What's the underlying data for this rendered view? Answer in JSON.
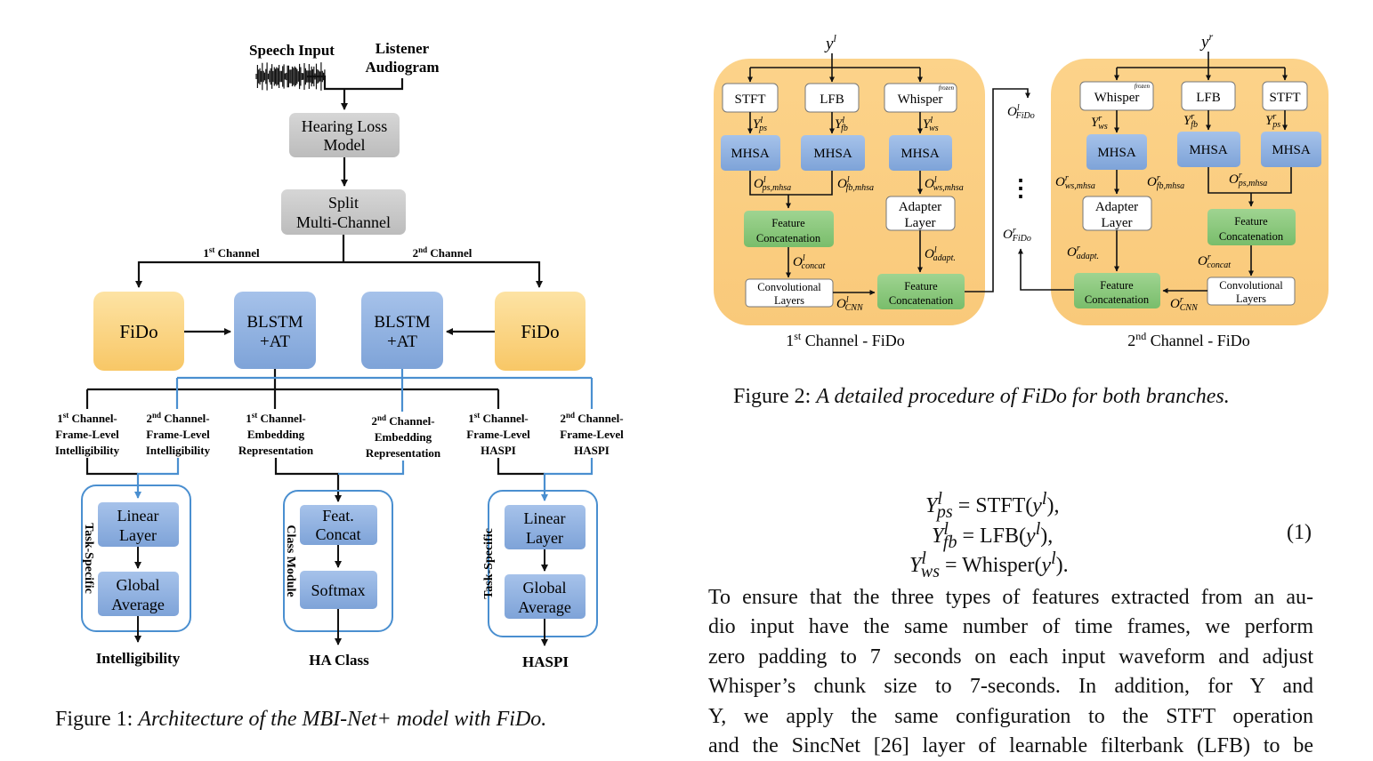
{
  "figure1": {
    "inputs": {
      "speech": "Speech Input",
      "listener_line1": "Listener",
      "listener_line2": "Audiogram"
    },
    "hearing_loss": [
      "Hearing Loss",
      "Model"
    ],
    "split": [
      "Split",
      "Multi-Channel"
    ],
    "channel1": {
      "num": "1",
      "sup": "st",
      "label": " Channel"
    },
    "channel2": {
      "num": "2",
      "sup": "nd",
      "label": " Channel"
    },
    "fido": "FiDo",
    "blstm": [
      "BLSTM",
      "+AT"
    ],
    "outputs": [
      {
        "num": "1",
        "sup": "st",
        "line1": " Channel-",
        "line2": "Frame-Level",
        "line3": "Intelligibility"
      },
      {
        "num": "2",
        "sup": "nd",
        "line1": " Channel-",
        "line2": "Frame-Level",
        "line3": "Intelligibility"
      },
      {
        "num": "1",
        "sup": "st",
        "line1": " Channel-",
        "line2": "Embedding",
        "line3": "Representation"
      },
      {
        "num": "2",
        "sup": "nd",
        "line1": " Channel-",
        "line2": "Embedding",
        "line3": "Representation"
      },
      {
        "num": "1",
        "sup": "st",
        "line1": " Channel-",
        "line2": "Frame-Level",
        "line3": "HASPI"
      },
      {
        "num": "2",
        "sup": "nd",
        "line1": " Channel-",
        "line2": "Frame-Level",
        "line3": "HASPI"
      }
    ],
    "task_specific": "Task-Specific",
    "class_module": "Class Module",
    "linear_layer": [
      "Linear",
      "Layer"
    ],
    "global_average": [
      "Global",
      "Average"
    ],
    "feat_concat": [
      "Feat.",
      "Concat"
    ],
    "softmax": "Softmax",
    "final": [
      "Intelligibility",
      "HA Class",
      "HASPI"
    ]
  },
  "figure1_caption": {
    "prefix": "Figure 1: ",
    "text": "Architecture of the MBI-Net+ model with FiDo."
  },
  "figure2": {
    "input_left": "y",
    "input_left_sup": "l",
    "input_right": "y",
    "input_right_sup": "r",
    "stft": "STFT",
    "lfb": "LFB",
    "whisper": "Whisper",
    "frozen": "frozen",
    "mhsa": "MHSA",
    "adapter": [
      "Adapter",
      "Layer"
    ],
    "feature_concat": [
      "Feature",
      "Concatenation"
    ],
    "conv_layers": [
      "Convolutional",
      "Layers"
    ],
    "left_vars": {
      "Yps": {
        "base": "Y",
        "sup": "l",
        "sub": "ps"
      },
      "Yfb": {
        "base": "Y",
        "sup": "l",
        "sub": "fb"
      },
      "Yws": {
        "base": "Y",
        "sup": "l",
        "sub": "ws"
      },
      "Ops": {
        "base": "O",
        "sup": "l",
        "sub": "ps,mhsa"
      },
      "Ofb": {
        "base": "O",
        "sup": "l",
        "sub": "fb,mhsa"
      },
      "Ows": {
        "base": "O",
        "sup": "l",
        "sub": "ws,mhsa"
      },
      "Oconcat": {
        "base": "O",
        "sup": "l",
        "sub": "concat"
      },
      "Oadapt": {
        "base": "O",
        "sup": "l",
        "sub": "adapt."
      },
      "Ocnn": {
        "base": "O",
        "sup": "l",
        "sub": "CNN"
      },
      "Ofido": {
        "base": "O",
        "sup": "l",
        "sub": "FiDo"
      }
    },
    "right_vars": {
      "Yws": {
        "base": "Y",
        "sup": "r",
        "sub": "ws"
      },
      "Yfb": {
        "base": "Y",
        "sup": "r",
        "sub": "fb"
      },
      "Yps": {
        "base": "Y",
        "sup": "r",
        "sub": "ps"
      },
      "Ows": {
        "base": "O",
        "sup": "r",
        "sub": "ws,mhsa"
      },
      "Ofb": {
        "base": "O",
        "sup": "r",
        "sub": "fb,mhsa"
      },
      "Ops": {
        "base": "O",
        "sup": "r",
        "sub": "ps,mhsa"
      },
      "Oadapt": {
        "base": "O",
        "sup": "r",
        "sub": "adapt."
      },
      "Oconcat": {
        "base": "O",
        "sup": "r",
        "sub": "concat"
      },
      "Ocnn": {
        "base": "O",
        "sup": "r",
        "sub": "CNN"
      },
      "Ofido": {
        "base": "O",
        "sup": "r",
        "sub": "FiDo"
      }
    },
    "label_left": {
      "num": "1",
      "sup": "st",
      "text": "  Channel - FiDo"
    },
    "label_right": {
      "num": "2",
      "sup": "nd",
      "text": "  Channel - FiDo"
    },
    "dots": "⋮"
  },
  "figure2_caption": {
    "prefix": "Figure 2: ",
    "text": "A detailed procedure of FiDo for both branches."
  },
  "equation": {
    "rows": [
      {
        "lhs": "Y",
        "sup": "l",
        "sub": "ps",
        "rhs": " = STFT(",
        "arg": "y",
        "arg_sup": "l",
        "end": "),"
      },
      {
        "lhs": "Y",
        "sup": "l",
        "sub": "fb",
        "rhs": " = LFB(",
        "arg": "y",
        "arg_sup": "l",
        "end": "),"
      },
      {
        "lhs": "Y",
        "sup": "l",
        "sub": "ws",
        "rhs": " = Whisper(",
        "arg": "y",
        "arg_sup": "l",
        "end": ")."
      }
    ],
    "number": "(1)"
  },
  "paragraph": {
    "lines": [
      "To ensure that the three types of features extracted from an au-",
      "dio input have the same number of time frames, we perform",
      "zero padding to 7 seconds on each input waveform and adjust",
      "Whisper’s chunk size to 7-seconds.  In addition, for Y and",
      "Y, we apply the same configuration to the STFT operation",
      "and the SincNet [26] layer of learnable filterbank (LFB) to be"
    ]
  },
  "colors": {
    "fido_fill": "#fbd27f",
    "blue_fill": "#8fb1e0",
    "gray_fill": "#c8c8c8",
    "green_fill": "#86c77a",
    "panel_fill": "#fbd487",
    "blue_line": "#4a8fd0"
  }
}
